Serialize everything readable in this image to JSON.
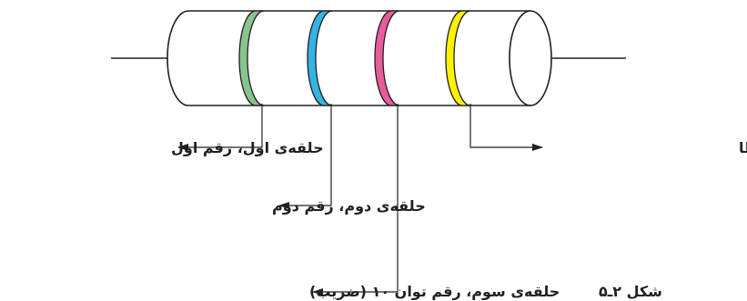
{
  "labels": {
    "band1": "حلقه‌ی اول، رقم اول",
    "band2": "حلقه‌ی دوم، رقم دوم",
    "band3": "حلقه‌ی سوم، رقم توان ۱۰ (ضریب)",
    "band4": "حلقه‌ی چهارم، درصد خطا"
  },
  "caption": "شکل ۲ـ۵",
  "bands": [
    {
      "name": "band-1",
      "color": "#86c58e"
    },
    {
      "name": "band-2",
      "color": "#34b4e4"
    },
    {
      "name": "band-3",
      "color": "#e85c9c"
    },
    {
      "name": "band-4",
      "color": "#fff200"
    }
  ],
  "colors": {
    "line": "#231f20",
    "text": "#231f20",
    "body_fill": "#ffffff"
  }
}
